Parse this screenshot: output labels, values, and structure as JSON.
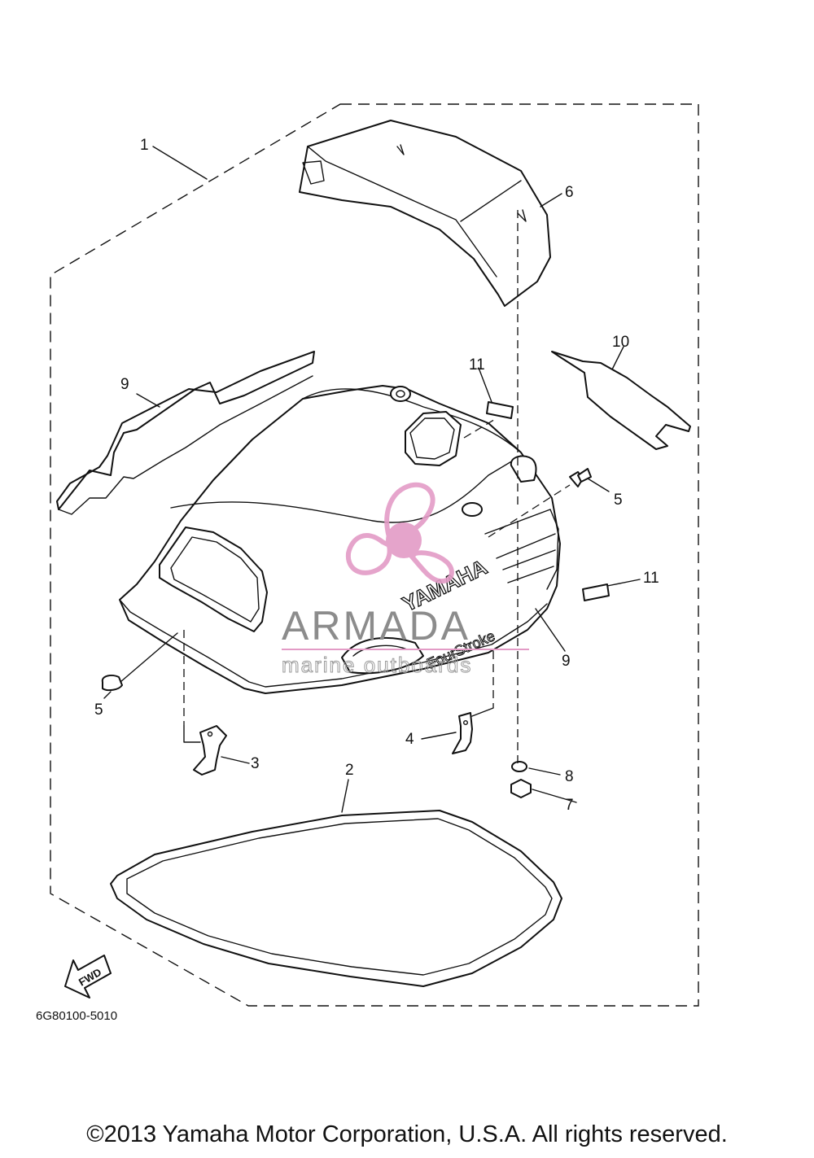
{
  "diagram": {
    "part_code": "6G80100-5010",
    "direction_label": "FWD",
    "callouts": [
      {
        "id": "c1",
        "label": "1"
      },
      {
        "id": "c2",
        "label": "2"
      },
      {
        "id": "c3",
        "label": "3"
      },
      {
        "id": "c4",
        "label": "4"
      },
      {
        "id": "c5a",
        "label": "5"
      },
      {
        "id": "c5b",
        "label": "5"
      },
      {
        "id": "c6",
        "label": "6"
      },
      {
        "id": "c7",
        "label": "7"
      },
      {
        "id": "c8",
        "label": "8"
      },
      {
        "id": "c9a",
        "label": "9"
      },
      {
        "id": "c9b",
        "label": "9"
      },
      {
        "id": "c10",
        "label": "10"
      },
      {
        "id": "c11a",
        "label": "11"
      },
      {
        "id": "c11b",
        "label": "11"
      }
    ],
    "cowling_brand": "YAMAHA",
    "cowling_model": "FourStroke"
  },
  "watermark": {
    "main": "ARMADA",
    "sub": "marine outboards",
    "color": "#e39bc6"
  },
  "footer": {
    "copyright": "©2013 Yamaha Motor Corporation, U.S.A. All rights reserved."
  }
}
